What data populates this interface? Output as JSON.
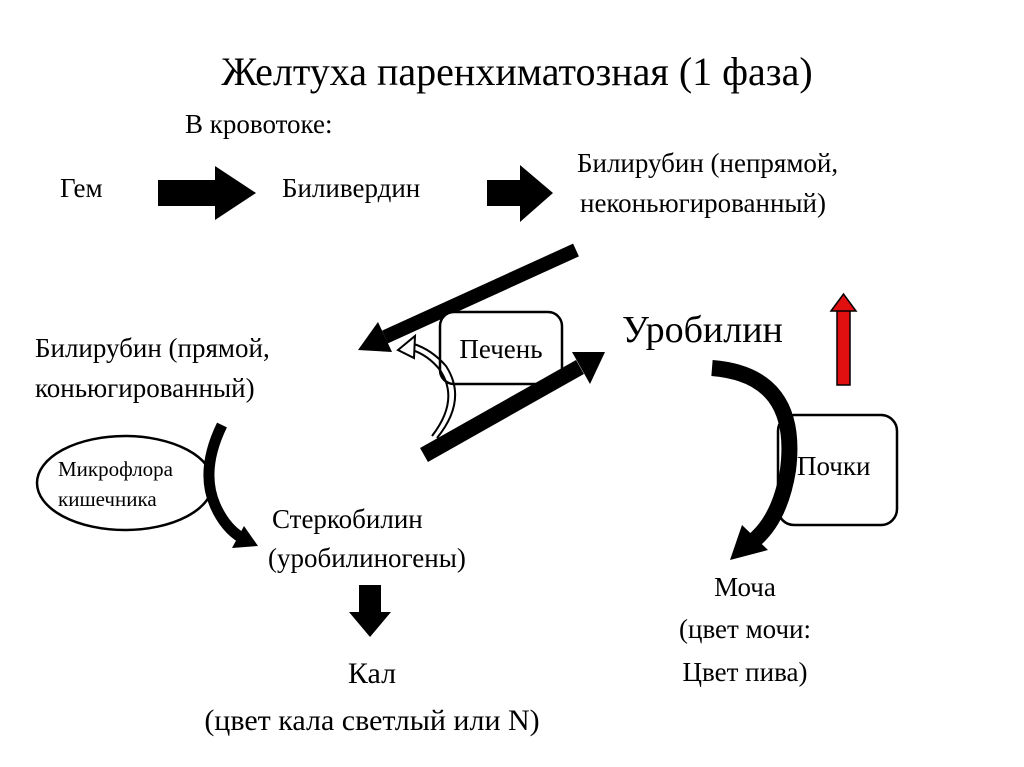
{
  "title": "Желтуха паренхиматозная (1 фаза)",
  "bloodstream_label": "В кровотоке:",
  "nodes": {
    "heme": "Гем",
    "biliverdin": "Биливердин",
    "indirect_bilirubin": [
      "Билирубин (непрямой,",
      "неконьюгированный)"
    ],
    "direct_bilirubin": [
      "Билирубин (прямой,",
      "коньюгированный)"
    ],
    "liver": "Печень",
    "urobilin": "Уробилин",
    "kidneys": "Почки",
    "microflora": [
      "Микрофлора",
      "кишечника"
    ],
    "stercobilin": [
      "Стеркобилин",
      "(уробилиногены)"
    ],
    "feces": [
      "Кал",
      "(цвет кала светлый или N)"
    ],
    "urine": [
      "Моча",
      "(цвет мочи:",
      "Цвет пива)"
    ]
  },
  "colors": {
    "increase_arrow": "#e01010",
    "ink": "#000000"
  }
}
